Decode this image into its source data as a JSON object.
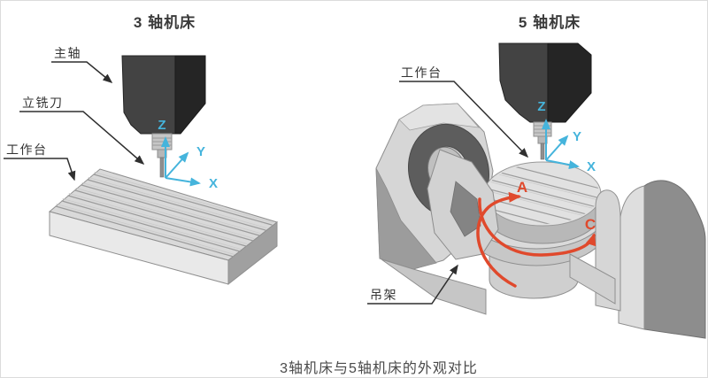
{
  "left_panel": {
    "title": "3 轴机床",
    "labels": {
      "spindle": "主轴",
      "end_mill": "立铣刀",
      "worktable": "工作台"
    },
    "axes": {
      "x": "X",
      "y": "Y",
      "z": "Z"
    }
  },
  "right_panel": {
    "title": "5 轴机床",
    "labels": {
      "worktable": "工作台",
      "hanger": "吊架"
    },
    "axes": {
      "x": "X",
      "y": "Y",
      "z": "Z"
    },
    "rotation_axes": {
      "a": "A",
      "c": "C"
    }
  },
  "caption": "3轴机床与5轴机床的外观对比",
  "colors": {
    "axis_cyan": "#45b4dc",
    "rotation_red": "#e0492c",
    "leader_black": "#2f2f2f"
  }
}
